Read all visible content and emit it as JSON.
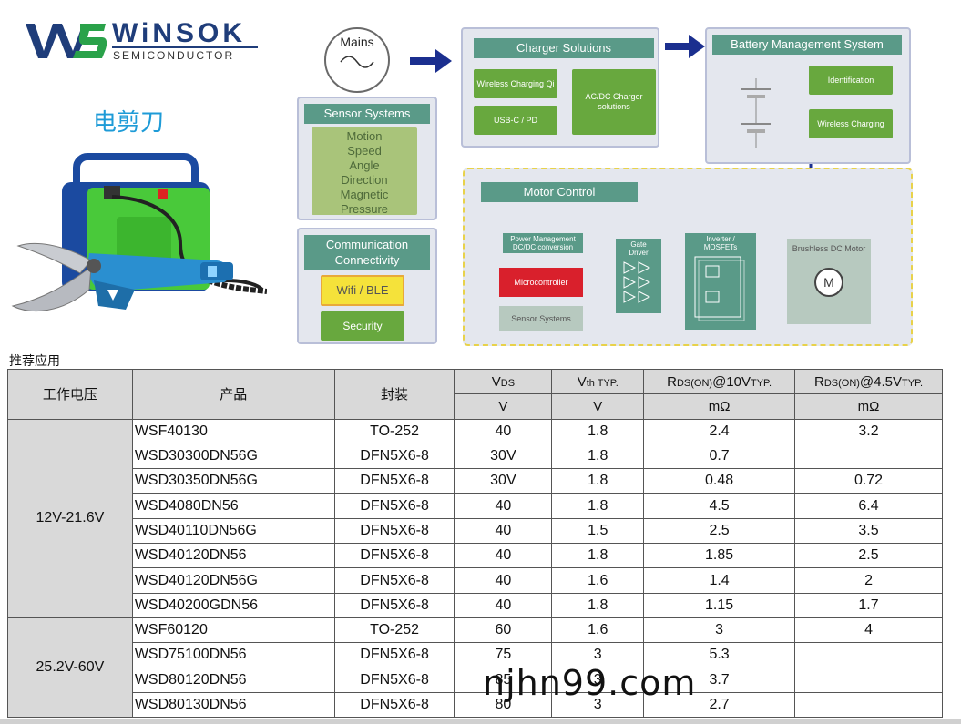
{
  "logo": {
    "name": "WiNSOK",
    "sub": "SEMICONDUCTOR",
    "colors": {
      "blue": "#1f3d7a",
      "green": "#2aa24a"
    }
  },
  "tool_title": "电剪刀",
  "diagram": {
    "mains": "Mains",
    "charger": {
      "title": "Charger Solutions",
      "wireless": "Wireless Charging Qi",
      "usb": "USB-C / PD",
      "acdc": "AC/DC Charger solutions"
    },
    "bms": {
      "title": "Battery Management System",
      "identification": "Identification",
      "wireless": "Wireless Charging"
    },
    "sensor": {
      "title": "Sensor Systems",
      "items": [
        "Motion",
        "Speed",
        "Angle",
        "Direction",
        "Magnetic",
        "Pressure"
      ]
    },
    "comm": {
      "title": "Communication Connectivity",
      "wifi": "Wifi / BLE",
      "security": "Security"
    },
    "motor": {
      "title": "Motor Control",
      "pm": "Power Management DC/DC conversion",
      "gate": "Gate Driver",
      "inverter": "Inverter / MOSFETs",
      "bldc": "Brushless DC Motor",
      "mcu": "Microcontroller",
      "sensor": "Sensor Systems",
      "m": "M"
    }
  },
  "table": {
    "label": "推荐应用",
    "headers": {
      "voltage": "工作电压",
      "product": "产品",
      "package": "封装",
      "vds": "V",
      "vds_sub": "DS",
      "vth": "V",
      "vth_sub": "th TYP.",
      "r10_pre": "R",
      "r10_sub1": "DS(ON)",
      "r10_mid": "@10V",
      "r10_sub2": "TYP.",
      "r45_pre": "R",
      "r45_sub1": "DS(ON)",
      "r45_mid": "@4.5V",
      "r45_sub2": "TYP."
    },
    "units": {
      "vds": "V",
      "vth": "V",
      "r10": "mΩ",
      "r45": "mΩ"
    },
    "groups": [
      {
        "voltage": "12V-21.6V",
        "rows": [
          [
            "WSF40130",
            "TO-252",
            "40",
            "1.8",
            "2.4",
            "3.2"
          ],
          [
            "WSD30300DN56G",
            "DFN5X6-8",
            "30V",
            "1.8",
            "0.7",
            ""
          ],
          [
            "WSD30350DN56G",
            "DFN5X6-8",
            "30V",
            "1.8",
            "0.48",
            "0.72"
          ],
          [
            "WSD4080DN56",
            "DFN5X6-8",
            "40",
            "1.8",
            "4.5",
            "6.4"
          ],
          [
            "WSD40110DN56G",
            "DFN5X6-8",
            "40",
            "1.5",
            "2.5",
            "3.5"
          ],
          [
            "WSD40120DN56",
            "DFN5X6-8",
            "40",
            "1.8",
            "1.85",
            "2.5"
          ],
          [
            "WSD40120DN56G",
            "DFN5X6-8",
            "40",
            "1.6",
            "1.4",
            "2"
          ],
          [
            "WSD40200GDN56",
            "DFN5X6-8",
            "40",
            "1.8",
            "1.15",
            "1.7"
          ]
        ]
      },
      {
        "voltage": "25.2V-60V",
        "rows": [
          [
            "WSF60120",
            "TO-252",
            "60",
            "1.6",
            "3",
            "4"
          ],
          [
            "WSD75100DN56",
            "DFN5X6-8",
            "75",
            "3",
            "5.3",
            ""
          ],
          [
            "WSD80120DN56",
            "DFN5X6-8",
            "85",
            "3",
            "3.7",
            ""
          ],
          [
            "WSD80130DN56",
            "DFN5X6-8",
            "80",
            "3",
            "2.7",
            ""
          ]
        ]
      }
    ]
  },
  "watermark": "njhn99.com"
}
